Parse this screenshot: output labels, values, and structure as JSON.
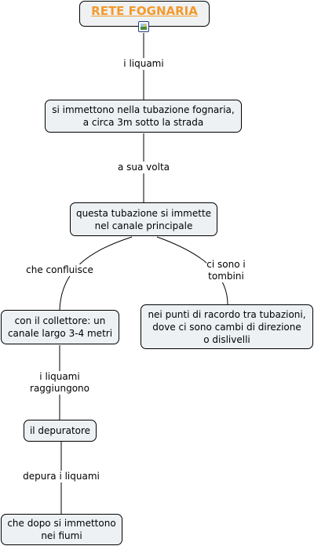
{
  "concept_map": {
    "title": "RETE FOGNARIA",
    "title_color": "#f39a2b",
    "node_fill": "#edf1f3",
    "nodes": {
      "immettono": "si immettono nella tubazione fognaria,\na circa 3m sotto la strada",
      "tubazione": "questa tubazione si immette\nnel canale principale",
      "collettore": "con il collettore: un\ncanale largo 3-4 metri",
      "punti": "nei punti di racordo tra tubazioni,\ndove ci sono cambi di direzione\no dislivelli",
      "depuratore": "il depuratore",
      "fiumi": "che dopo si immettono\nnei fiumi"
    },
    "links": {
      "liquami_1": "i liquami",
      "sua_volta": "a sua volta",
      "confluisce": "che confluisce",
      "tombini": "ci sono i\ntombini",
      "raggiungono": "i liquami\nraggiungono",
      "depura": "depura i liquami"
    },
    "icons": {
      "root_attachment": "image-icon"
    }
  }
}
